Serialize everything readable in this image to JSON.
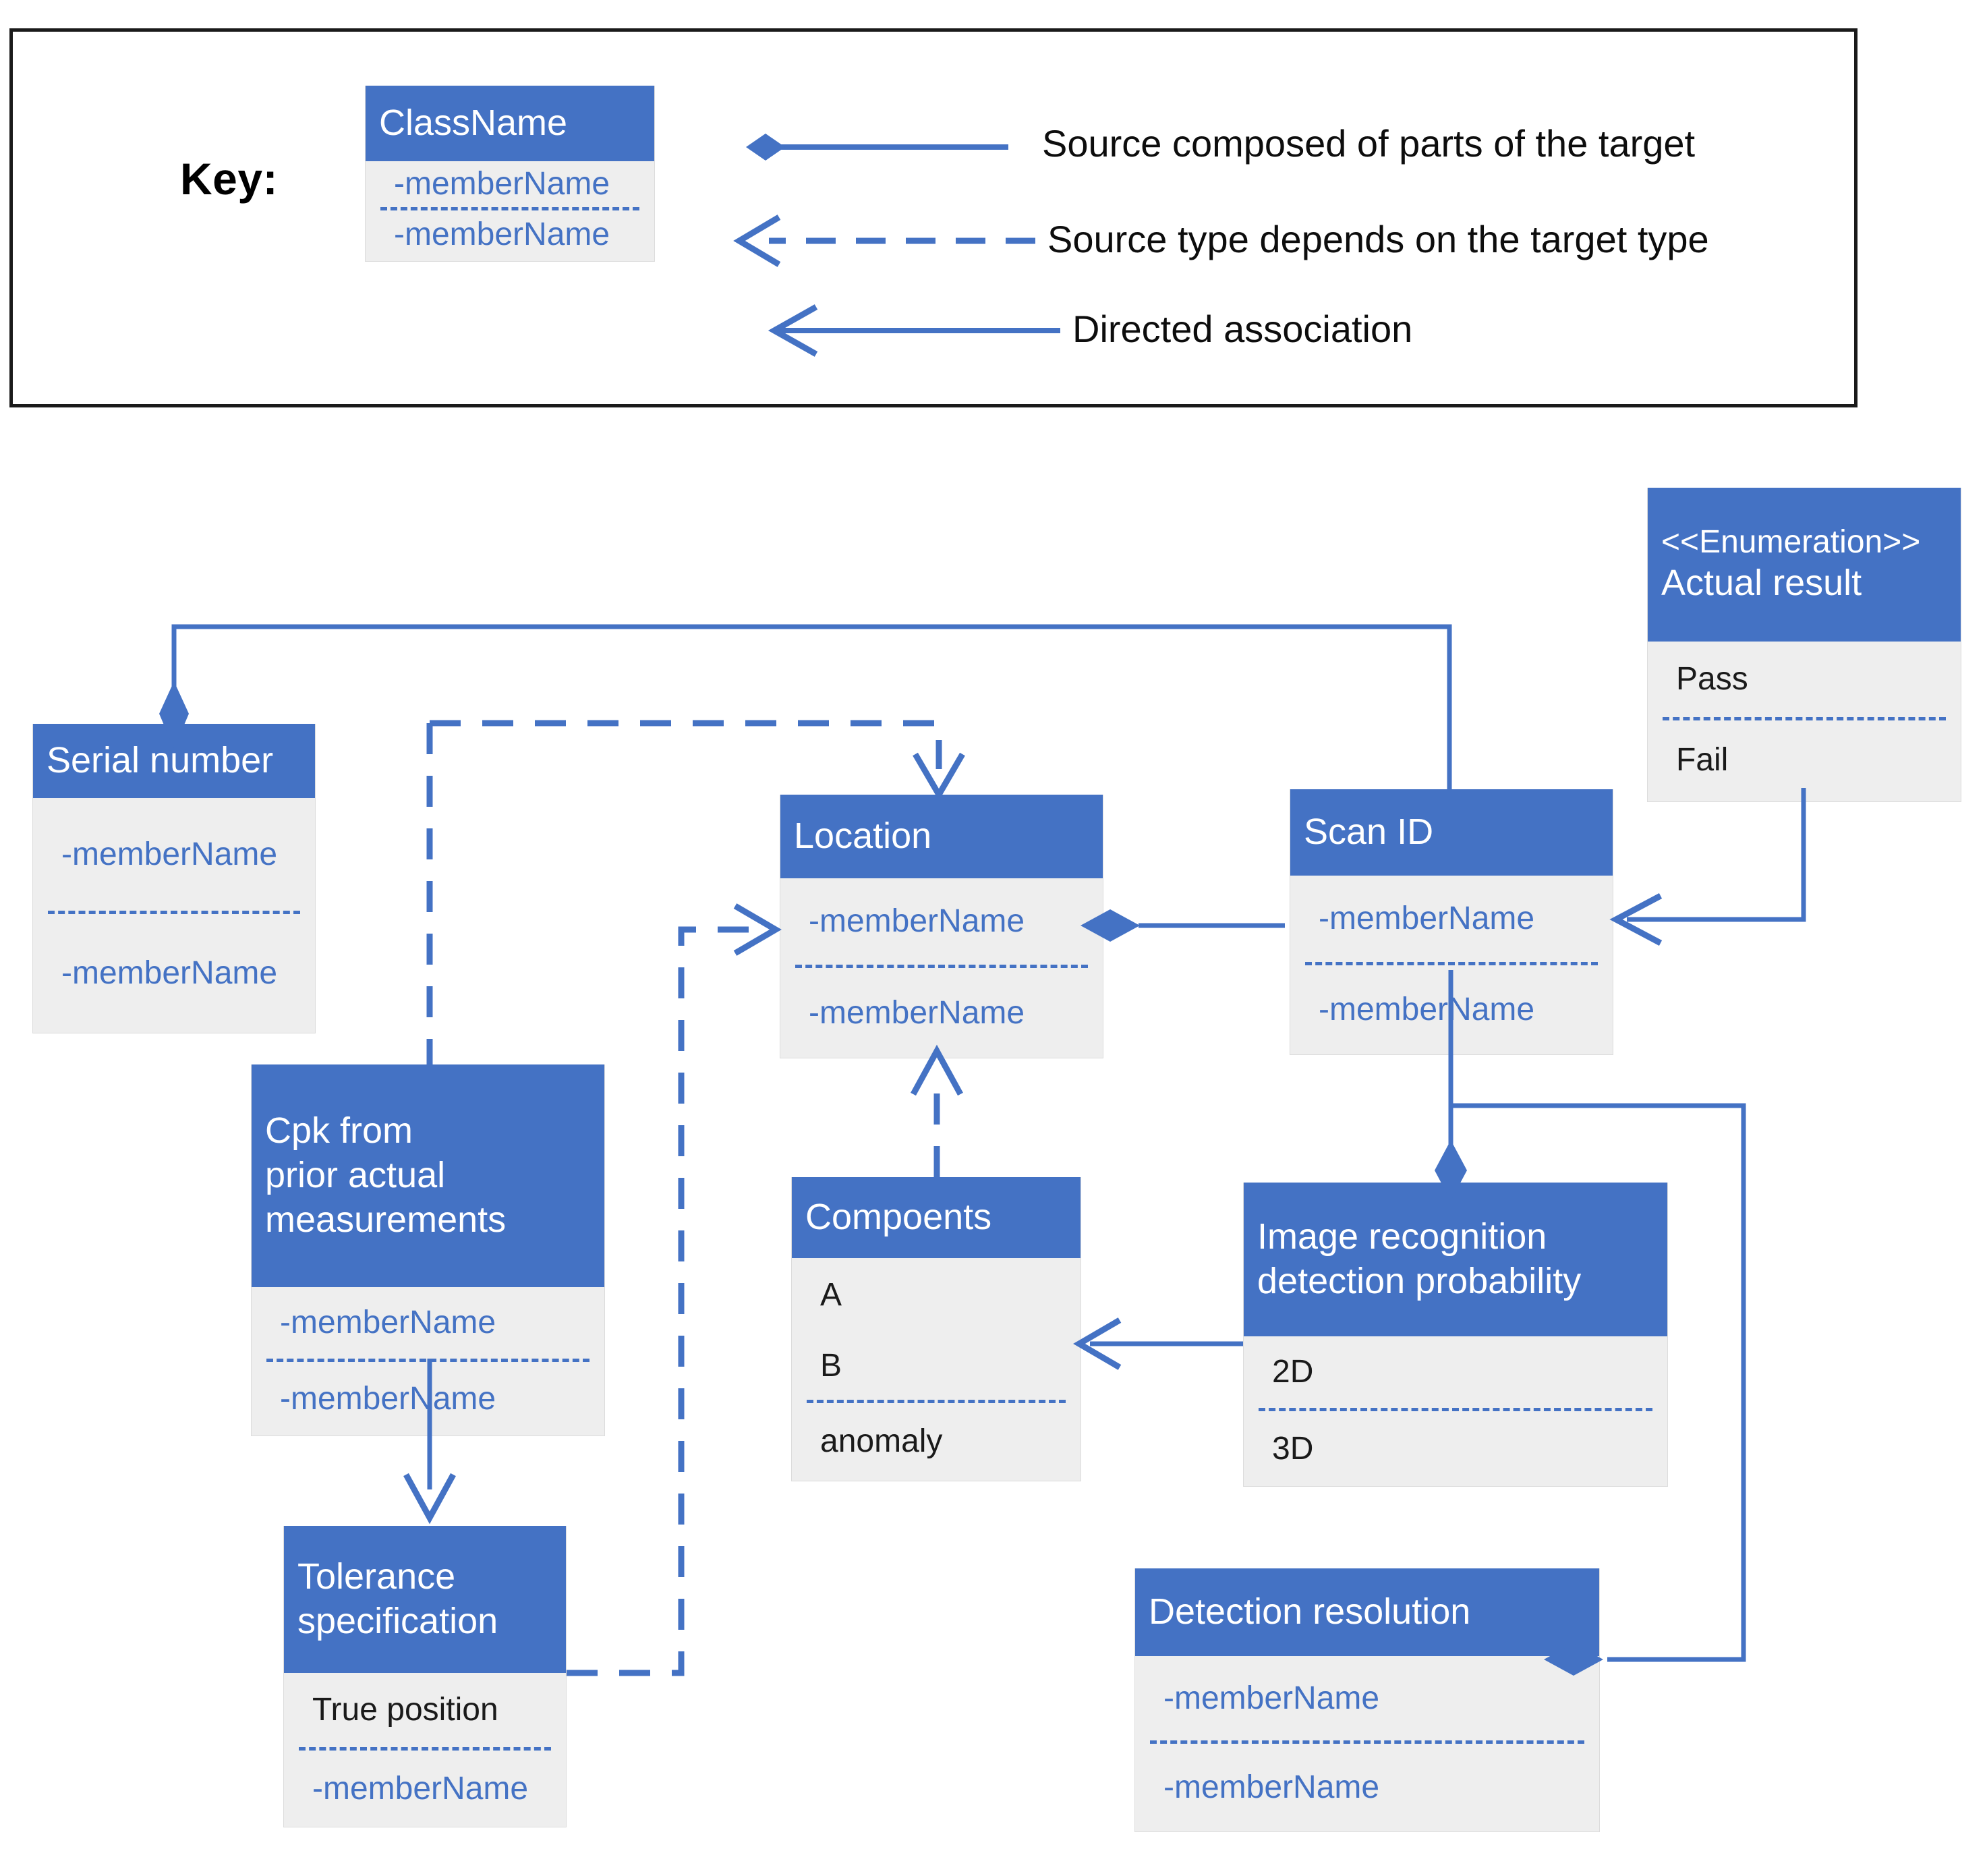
{
  "colors": {
    "header_fill": "#4472c4",
    "body_fill": "#eeeeee",
    "attr_text": "#4472c4",
    "line": "#4472c4",
    "key_border": "#1a1a1a"
  },
  "key": {
    "label": "Key:",
    "sample_class": {
      "name": "ClassName",
      "attributes": [
        "-memberName",
        "-memberName"
      ]
    },
    "legend": [
      {
        "icon": "composition-line-icon",
        "text": "Source composed of parts of the target"
      },
      {
        "icon": "dependency-dashed-arrow-icon",
        "text": "Source type depends on the target type"
      },
      {
        "icon": "directed-association-arrow-icon",
        "text": "Directed association"
      }
    ]
  },
  "classes": [
    {
      "id": "serial-number",
      "title": "Serial number",
      "stereotype": "",
      "attributes": [
        {
          "text": "-memberName",
          "style": "attr"
        },
        {
          "text": "-memberName",
          "style": "attr"
        }
      ]
    },
    {
      "id": "cpk",
      "title": "Cpk from\nprior actual\nmeasurements",
      "title_lines": [
        "Cpk from",
        "prior actual",
        "measurements"
      ],
      "stereotype": "",
      "attributes": [
        {
          "text": "-memberName",
          "style": "attr"
        },
        {
          "text": "-memberName",
          "style": "attr"
        }
      ]
    },
    {
      "id": "tolerance-specification",
      "title_lines": [
        "Tolerance",
        "specification"
      ],
      "stereotype": "",
      "attributes": [
        {
          "text": "True position",
          "style": "literal"
        },
        {
          "text": "-memberName",
          "style": "attr"
        }
      ]
    },
    {
      "id": "location",
      "title_lines": [
        "Location"
      ],
      "stereotype": "",
      "attributes": [
        {
          "text": "-memberName",
          "style": "attr"
        },
        {
          "text": "-memberName",
          "style": "attr"
        }
      ]
    },
    {
      "id": "compoents",
      "title_lines": [
        "Compoents"
      ],
      "stereotype": "",
      "attributes": [
        {
          "text": "A",
          "style": "literal"
        },
        {
          "text": "B",
          "style": "literal"
        },
        {
          "text": "anomaly",
          "style": "literal"
        }
      ]
    },
    {
      "id": "scan-id",
      "title_lines": [
        "Scan ID"
      ],
      "stereotype": "",
      "attributes": [
        {
          "text": "-memberName",
          "style": "attr"
        },
        {
          "text": "-memberName",
          "style": "attr"
        }
      ]
    },
    {
      "id": "actual-result",
      "title_lines": [
        "Actual result"
      ],
      "stereotype": "<<Enumeration>>",
      "attributes": [
        {
          "text": "Pass",
          "style": "literal"
        },
        {
          "text": "Fail",
          "style": "literal"
        }
      ]
    },
    {
      "id": "image-recognition-detection-probability",
      "title_lines": [
        "Image recognition",
        "detection probability"
      ],
      "stereotype": "",
      "attributes": [
        {
          "text": "2D",
          "style": "literal"
        },
        {
          "text": "3D",
          "style": "literal"
        }
      ]
    },
    {
      "id": "detection-resolution",
      "title_lines": [
        "Detection resolution"
      ],
      "stereotype": "",
      "attributes": [
        {
          "text": "-memberName",
          "style": "attr"
        },
        {
          "text": "-memberName",
          "style": "attr"
        }
      ]
    }
  ],
  "relationships": [
    {
      "from": "scan-id",
      "to": "serial-number",
      "type": "composition"
    },
    {
      "from": "scan-id",
      "to": "location",
      "type": "composition"
    },
    {
      "from": "scan-id",
      "to": "image-recognition-detection-probability",
      "type": "composition"
    },
    {
      "from": "detection-resolution",
      "to": "image-recognition-detection-probability",
      "type": "composition"
    },
    {
      "from": "serial-number",
      "to": "location",
      "type": "dependency"
    },
    {
      "from": "tolerance-specification",
      "to": "location",
      "type": "dependency"
    },
    {
      "from": "compoents",
      "to": "location",
      "type": "dependency"
    },
    {
      "from": "cpk",
      "to": "tolerance-specification",
      "type": "dependency"
    },
    {
      "from": "actual-result",
      "to": "scan-id",
      "type": "directed-association"
    },
    {
      "from": "image-recognition-detection-probability",
      "to": "compoents",
      "type": "directed-association"
    }
  ]
}
